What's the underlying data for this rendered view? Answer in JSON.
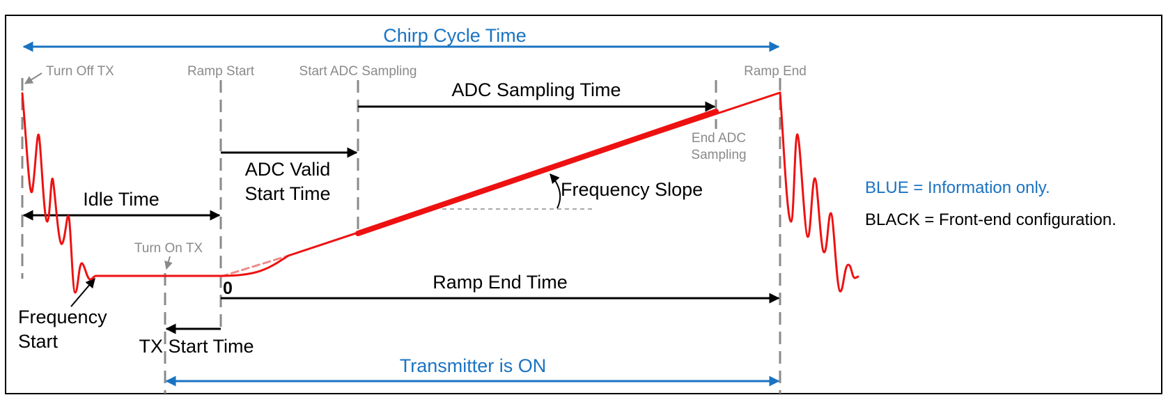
{
  "diagram": {
    "labels": {
      "chirp_cycle_time": "Chirp Cycle Time",
      "turn_off_tx": "Turn Off TX",
      "ramp_start": "Ramp Start",
      "start_adc_sampling": "Start ADC Sampling",
      "ramp_end": "Ramp End",
      "adc_sampling_time": "ADC Sampling Time",
      "end_adc_sampling_line1": "End ADC",
      "end_adc_sampling_line2": "Sampling",
      "adc_valid_line1": "ADC Valid",
      "adc_valid_line2": "Start Time",
      "idle_time": "Idle Time",
      "frequency_slope": "Frequency Slope",
      "turn_on_tx": "Turn On TX",
      "zero": "0",
      "ramp_end_time": "Ramp End Time",
      "frequency_start_line1": "Frequency",
      "frequency_start_line2": "Start",
      "tx_start_time": "TX Start Time",
      "transmitter_is_on": "Transmitter is ON"
    },
    "legend": {
      "blue": "BLUE = Information only.",
      "black": "BLACK = Front-end configuration."
    },
    "colors": {
      "info_blue": "#1a73c2",
      "config_black": "#000000",
      "signal_red": "#ee1111",
      "marker_gray": "#8a8a8a",
      "ghost_pink": "#f08a8a"
    }
  }
}
